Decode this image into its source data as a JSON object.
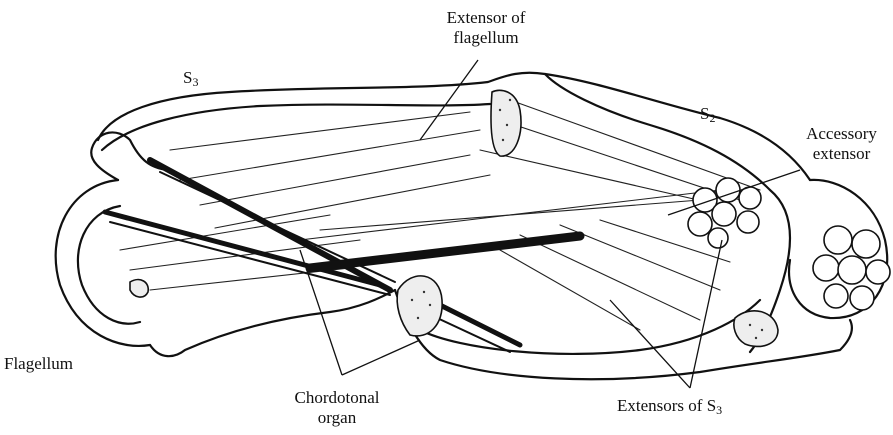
{
  "labels": {
    "extensor_flagellum": [
      "Extensor of",
      "flagellum"
    ],
    "s3": {
      "main": "S",
      "sub": "3"
    },
    "s2": {
      "main": "S",
      "sub": "2"
    },
    "accessory_extensor": [
      "Accessory",
      "extensor"
    ],
    "flagellum": "Flagellum",
    "chordotonal_organ": [
      "Chordotonal",
      "organ"
    ],
    "extensors_s3": {
      "main": "Extensors of S",
      "sub": "3"
    }
  },
  "colors": {
    "ink": "#111111",
    "stipple": "#333333",
    "paper": "#ffffff"
  }
}
